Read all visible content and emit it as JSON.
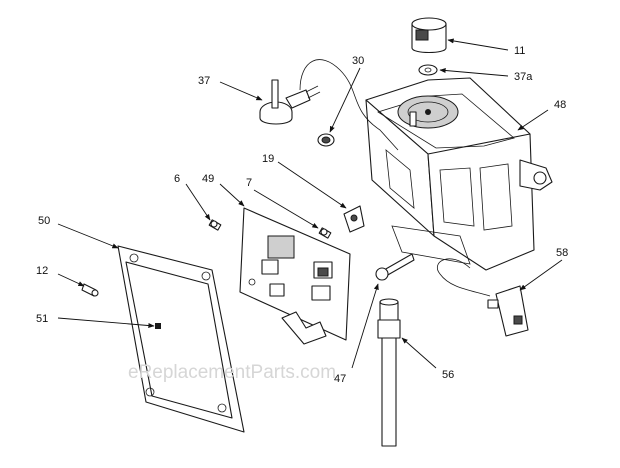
{
  "watermark": "eReplacementParts.com",
  "callouts": {
    "c11": "11",
    "c37a": "37a",
    "c48": "48",
    "c37": "37",
    "c30": "30",
    "c19": "19",
    "c6": "6",
    "c49": "49",
    "c7": "7",
    "c50": "50",
    "c12": "12",
    "c51": "51",
    "c58": "58",
    "c47": "47",
    "c56": "56"
  }
}
